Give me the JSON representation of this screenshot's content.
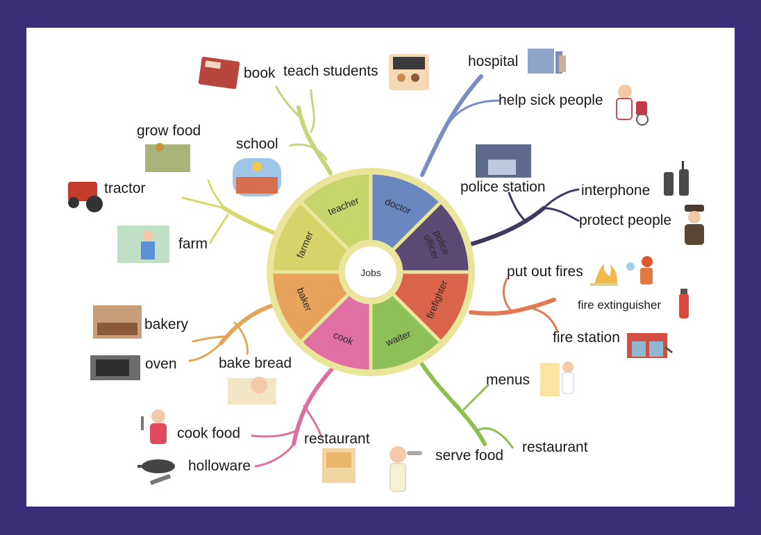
{
  "center": {
    "label": "Jobs"
  },
  "wedges": [
    {
      "id": "teacher",
      "label": "teacher",
      "color": "#c6d66c"
    },
    {
      "id": "doctor",
      "label": "doctor",
      "color": "#6a86bf"
    },
    {
      "id": "police-officer",
      "label": "police officer",
      "line1": "police",
      "line2": "officer",
      "color": "#5a4a73"
    },
    {
      "id": "firefighter",
      "label": "firefighter",
      "color": "#d9644a"
    },
    {
      "id": "waiter",
      "label": "waiter",
      "color": "#8ec05a"
    },
    {
      "id": "cook",
      "label": "cook",
      "color": "#e070a3"
    },
    {
      "id": "baker",
      "label": "baker",
      "color": "#e7a25c"
    },
    {
      "id": "farmer",
      "label": "farmer",
      "color": "#d4d46a"
    }
  ],
  "branches": {
    "teacher": [
      "book",
      "teach students",
      "school"
    ],
    "doctor": [
      "hospital",
      "help sick people"
    ],
    "police_officer": [
      "police station",
      "interphone",
      "protect people"
    ],
    "firefighter": [
      "put out fires",
      "fire extinguisher",
      "fire station"
    ],
    "waiter": [
      "menus",
      "serve food",
      "restaurant"
    ],
    "cook": [
      "cook food",
      "holloware",
      "restaurant"
    ],
    "baker": [
      "bakery",
      "oven",
      "bake bread"
    ],
    "farmer": [
      "grow food",
      "tractor",
      "farm"
    ]
  },
  "branch_colors": {
    "teacher": "#c9d37a",
    "doctor": "#7b8cc2",
    "police_officer": "#3e3a5e",
    "firefighter": "#e07a52",
    "waiter": "#8fbd4f",
    "cook": "#de6fa3",
    "baker": "#e2a55a",
    "farmer": "#d9d86c"
  },
  "icons": [
    "book-icon",
    "classroom-icon",
    "school-building-icon",
    "hospital-icon",
    "nurse-wheelchair-icon",
    "police-station-icon",
    "walkie-talkie-icon",
    "police-officer-icon",
    "fire-icon",
    "firefighter-icon",
    "fire-extinguisher-icon",
    "fire-station-icon",
    "menu-chef-icon",
    "waiter-icon",
    "restaurant-icon",
    "cook-woman-icon",
    "frying-pan-icon",
    "bakery-icon",
    "oven-icon",
    "baker-icon",
    "farmer-field-icon",
    "tractor-icon",
    "farm-icon"
  ],
  "colors": {
    "frame": "#3c2d78",
    "board": "#ffffff",
    "ring": "#e9e59a"
  }
}
